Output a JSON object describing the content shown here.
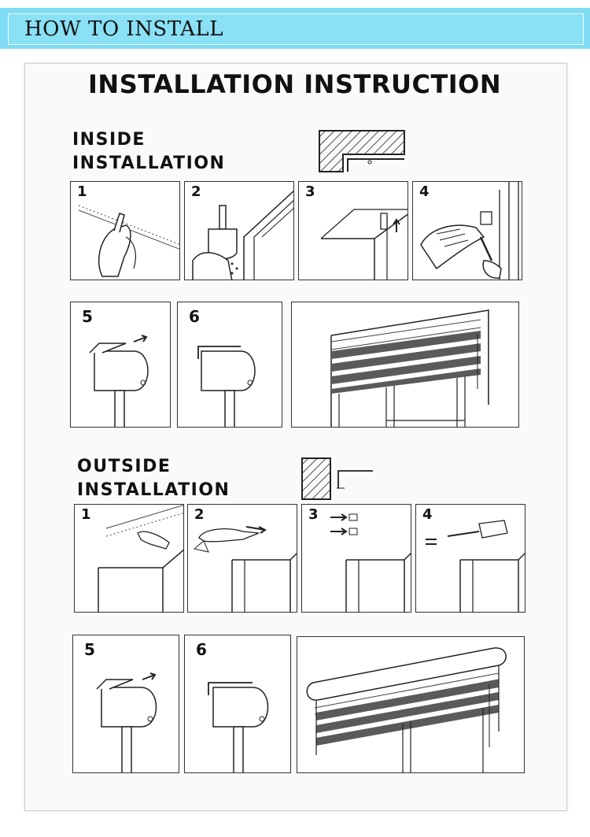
{
  "header": {
    "title": "HOW TO INSTALL"
  },
  "document": {
    "title": "INSTALLATION INSTRUCTION"
  },
  "inside": {
    "title_line1": "INSIDE",
    "title_line2": "INSTALLATION",
    "steps": [
      "1",
      "2",
      "3",
      "4",
      "5",
      "6"
    ]
  },
  "outside": {
    "title_line1": "OUTSIDE",
    "title_line2": "INSTALLATION",
    "steps": [
      "1",
      "2",
      "3",
      "4",
      "5",
      "6"
    ]
  },
  "colors": {
    "header_bg": "#7fdcf3",
    "line": "#333333",
    "blind_band": "#555555"
  },
  "icons": [
    "wall-corner-icon",
    "wall-section-icon",
    "pencil-icon",
    "drill-icon",
    "bracket-icon",
    "screwdriver-icon",
    "arrow-icon",
    "headrail-icon",
    "roller-blind-icon"
  ]
}
